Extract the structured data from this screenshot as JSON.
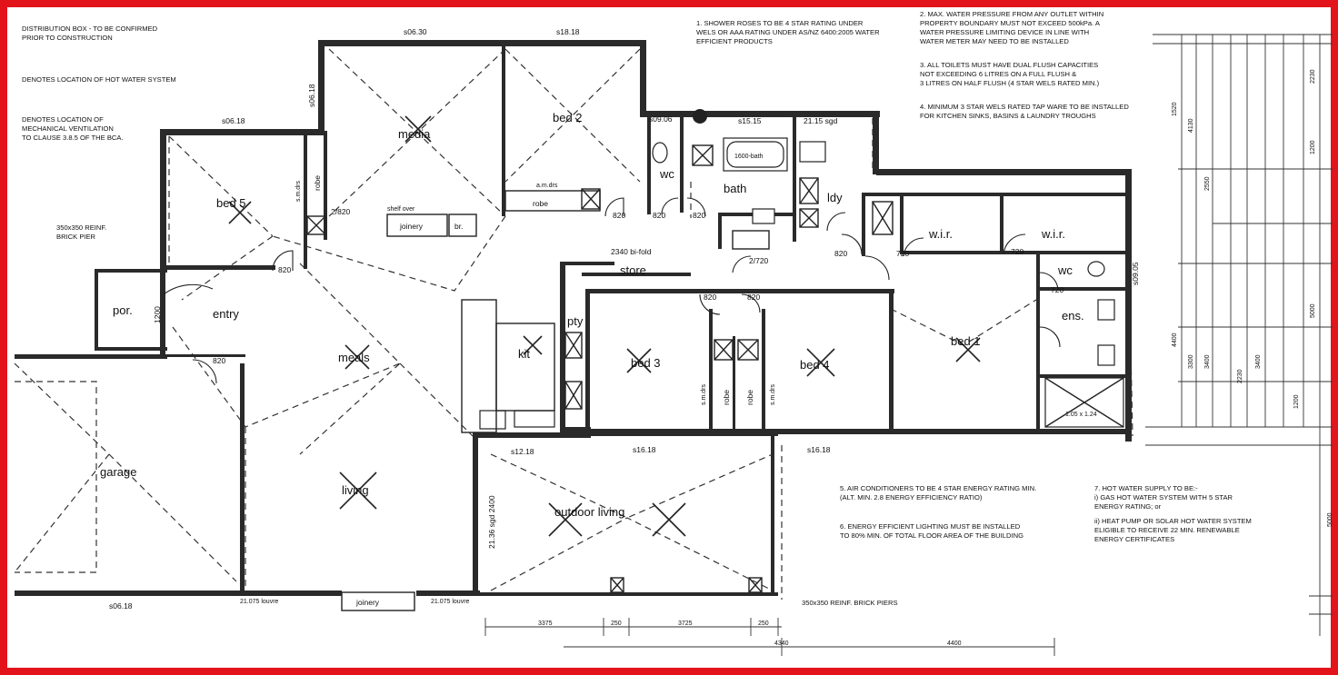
{
  "frame": {
    "border_color": "#e3131b",
    "line_color": "#1a1a1a"
  },
  "notes": {
    "distribution_box": [
      "DISTRIBUTION BOX - TO BE CONFIRMED",
      "PRIOR TO CONSTRUCTION"
    ],
    "hot_water_location": "DENOTES LOCATION OF HOT WATER SYSTEM",
    "mech_vent": [
      "DENOTES LOCATION OF",
      "MECHANICAL VENTILATION",
      "TO CLAUSE 3.8.5 OF THE BCA."
    ],
    "brick_pier": [
      "350x350 REINF.",
      "BRICK PIER"
    ],
    "note1": [
      "1. SHOWER ROSES TO BE 4 STAR RATING UNDER",
      "WELS OR AAA RATING UNDER AS/NZ 6400:2005 WATER",
      "EFFICIENT PRODUCTS"
    ],
    "note2": [
      "2. MAX. WATER PRESSURE FROM ANY OUTLET WITHIN",
      "PROPERTY BOUNDARY MUST NOT EXCEED 500kPa. A",
      "WATER PRESSURE LIMITING DEVICE IN LINE WITH",
      "WATER METER MAY NEED TO BE INSTALLED"
    ],
    "note3": [
      "3. ALL TOILETS MUST HAVE DUAL FLUSH CAPACITIES",
      "NOT EXCEEDING 6 LITRES ON A FULL FLUSH &",
      "3 LITRES ON HALF FLUSH (4 STAR WELS RATED MIN.)"
    ],
    "note4": [
      "4. MINIMUM 3 STAR WELS RATED TAP WARE TO BE INSTALLED",
      "FOR KITCHEN SINKS, BASINS & LAUNDRY TROUGHS"
    ],
    "note5": [
      "5. AIR CONDITIONERS TO BE 4 STAR ENERGY RATING MIN.",
      "(ALT. MIN. 2.8 ENERGY EFFICIENCY RATIO)"
    ],
    "note6": [
      "6. ENERGY EFFICIENT LIGHTING MUST BE INSTALLED",
      "TO 80% MIN. OF TOTAL FLOOR AREA OF THE BUILDING"
    ],
    "note7": [
      "7. HOT WATER SUPPLY TO BE:-",
      "i) GAS HOT WATER SYSTEM WITH 5 STAR",
      "ENERGY RATING; or",
      "ii) HEAT PUMP OR SOLAR HOT WATER SYSTEM",
      "ELIGIBLE TO RECEIVE 22 MIN. RENEWABLE",
      "ENERGY CERTIFICATES"
    ],
    "piers_bottom": "350x350 REINF. BRICK PIERS"
  },
  "rooms": {
    "bed5": "bed 5",
    "media": "media",
    "bed2": "bed 2",
    "wc_top": "wc",
    "bath": "bath",
    "ldy": "ldy",
    "wir1": "w.i.r.",
    "wir2": "w.i.r.",
    "wc_ens": "wc",
    "ens": "ens.",
    "bed1": "bed 1",
    "bed4": "bed 4",
    "bed3": "bed 3",
    "kit": "kit",
    "meals": "meals",
    "entry": "entry",
    "por": "por.",
    "garage": "garage",
    "living": "living",
    "outdoor": "outdoor living",
    "store": "store",
    "pty": "pty",
    "robe": "robe",
    "joinery": "joinery",
    "br": "br.",
    "joinery_bottom": "joinery"
  },
  "dims": {
    "d_media_top": "s06.30",
    "d_bed2_top": "s18.18",
    "d_bed5_top": "s06.18",
    "d_media_side": "s06.18",
    "d_bath_top": "s15.15",
    "d_sgd": "21.15 sgd",
    "d_s09": "s09.06",
    "d_ens_side": "s09.05",
    "d_s12": "s12.18",
    "d_s16a": "s16.18",
    "d_s16b": "s16.18",
    "d_bot_left": "s06.18",
    "d_sgd_vert": "21.36 sgd 2400",
    "bath_size": "1600-bath",
    "shower": "1.05 x 1.24",
    "bifold": "2340 bi-fold",
    "door820": "820",
    "door720": "720",
    "door2_720": "2/720",
    "door2_820": "2/820",
    "door1200": "1200",
    "amdrs": "a.m.drs",
    "smdrs": "s.m.drs",
    "shelf": "shelf over",
    "louvre1": "21.075 louvre",
    "louvre2": "21.075 louvre",
    "bot_a": "3375",
    "bot_b": "3725",
    "bot_c": "4340",
    "bot_d": "4400",
    "bot_e": "250",
    "bot_f": "250",
    "r1": "2230",
    "r2": "4130",
    "r3": "1520",
    "r4": "2550",
    "r5": "1200",
    "r6": "5000",
    "r7": "4400",
    "r8": "3300",
    "r9": "3400",
    "r10": "2230",
    "r11": "3400",
    "r12": "1200",
    "r13": "5000"
  }
}
